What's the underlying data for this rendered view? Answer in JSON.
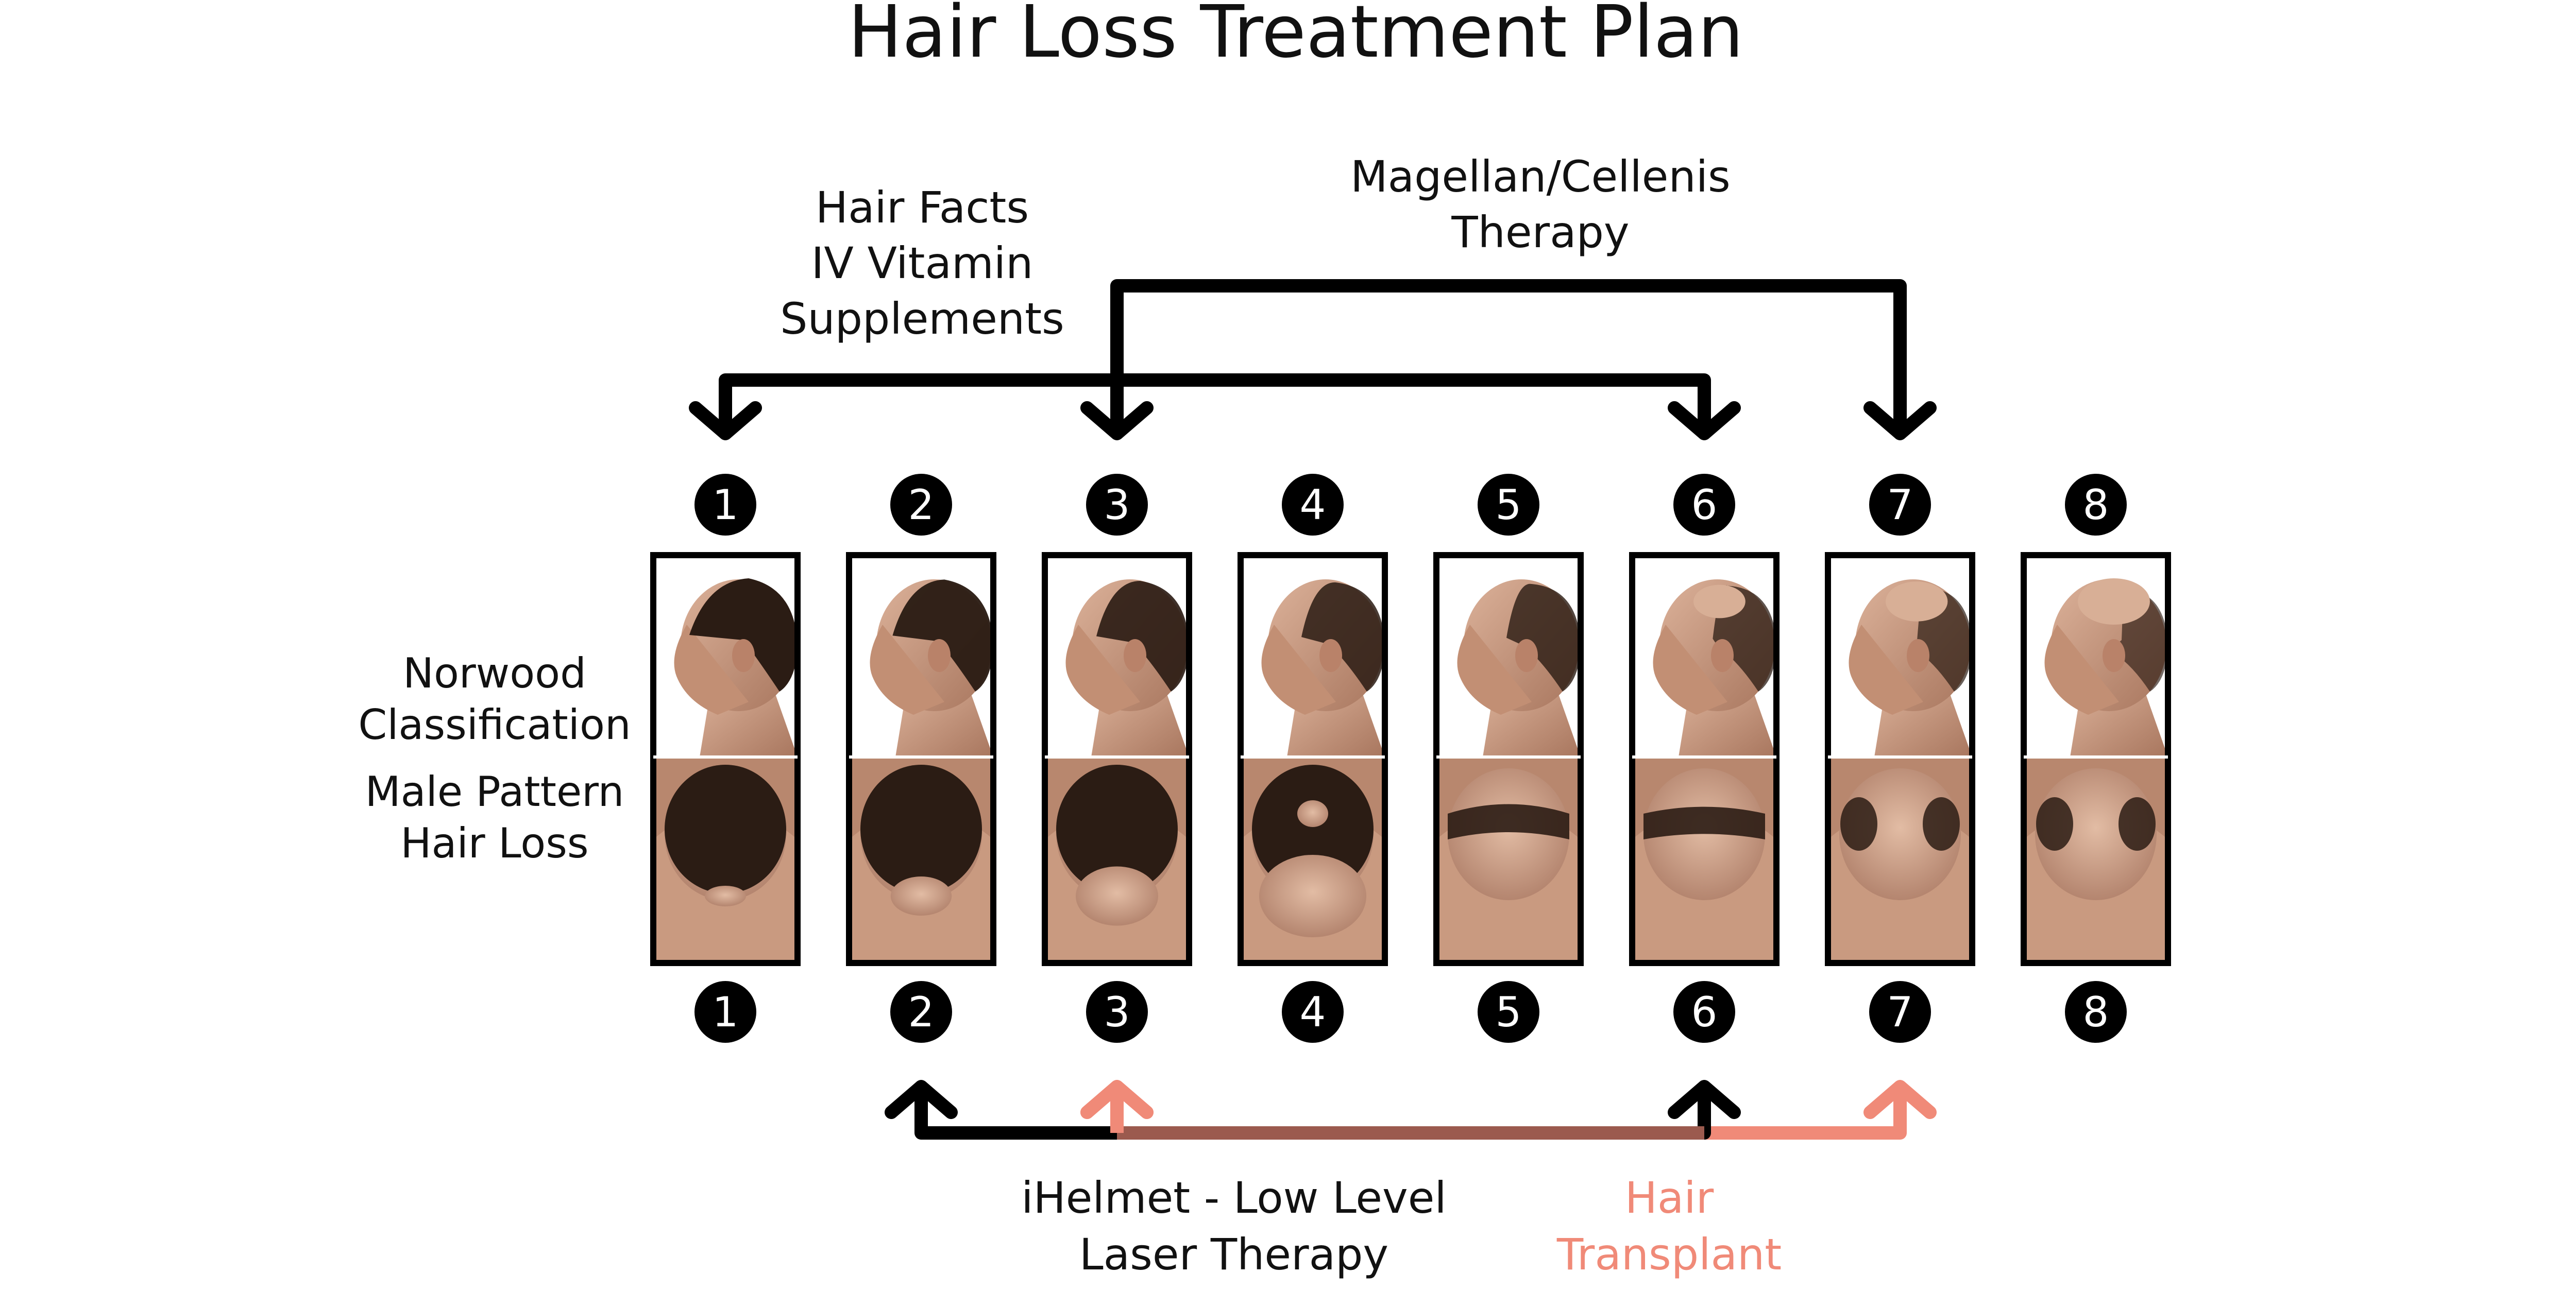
{
  "title": "Hair Loss Treatment Plan",
  "left_label": {
    "line1": "Norwood",
    "line2": "Classification",
    "line3": "Male Pattern",
    "line4": "Hair Loss"
  },
  "treatments": {
    "hair_facts": {
      "line1": "Hair Facts",
      "line2": "IV Vitamin",
      "line3": "Supplements",
      "range": [
        1,
        6
      ]
    },
    "magellan": {
      "line1": "Magellan/Cellenis",
      "line2": "Therapy",
      "range": [
        3,
        7
      ]
    },
    "ihelmet": {
      "line1": "iHelmet - Low Level",
      "line2": "Laser Therapy",
      "range": [
        2,
        6
      ]
    },
    "hair_transplant": {
      "line1": "Hair",
      "line2": "Transplant",
      "range": [
        3,
        7
      ]
    }
  },
  "stages": [
    {
      "number": "1",
      "loss": 0.0
    },
    {
      "number": "2",
      "loss": 0.12
    },
    {
      "number": "3",
      "loss": 0.25
    },
    {
      "number": "4",
      "loss": 0.4
    },
    {
      "number": "5",
      "loss": 0.55
    },
    {
      "number": "6",
      "loss": 0.72
    },
    {
      "number": "7",
      "loss": 0.86
    },
    {
      "number": "8",
      "loss": 1.0
    }
  ],
  "colors": {
    "text": "#111111",
    "arrow_black": "#000000",
    "transplant": "#f08a78",
    "overlap": "#9b5a4e",
    "skin": "#c89a80",
    "skin_dark": "#a8765e",
    "hair": "#2b1c14",
    "badge": "#000000",
    "badge_text": "#ffffff"
  }
}
